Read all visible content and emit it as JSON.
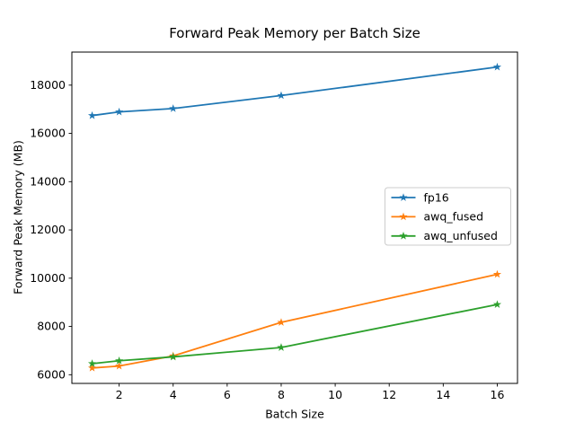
{
  "figure": {
    "background": "#ffffff",
    "text_color": "#000000",
    "spine_color": "#000000"
  },
  "chart_data": {
    "type": "line",
    "title": "Forward Peak Memory per Batch Size",
    "xlabel": "Batch Size",
    "ylabel": "Forward Peak Memory (MB)",
    "x": [
      1,
      2,
      4,
      8,
      16
    ],
    "series": [
      {
        "name": "fp16",
        "color": "#1f77b4",
        "marker": "star",
        "values": [
          16740,
          16890,
          17030,
          17570,
          18750
        ]
      },
      {
        "name": "awq_fused",
        "color": "#ff7f0e",
        "marker": "star",
        "values": [
          6280,
          6360,
          6780,
          8170,
          10160
        ]
      },
      {
        "name": "awq_unfused",
        "color": "#2ca02c",
        "marker": "star",
        "values": [
          6460,
          6580,
          6740,
          7130,
          8910
        ]
      }
    ],
    "xlim": [
      0.25,
      16.75
    ],
    "ylim": [
      5640,
      19370
    ],
    "xticks": [
      2,
      4,
      6,
      8,
      10,
      12,
      14,
      16
    ],
    "yticks": [
      6000,
      8000,
      10000,
      12000,
      14000,
      16000,
      18000
    ],
    "grid": false,
    "legend": {
      "position": "center-right",
      "border_color": "#cccccc",
      "entries": [
        "fp16",
        "awq_fused",
        "awq_unfused"
      ]
    }
  }
}
